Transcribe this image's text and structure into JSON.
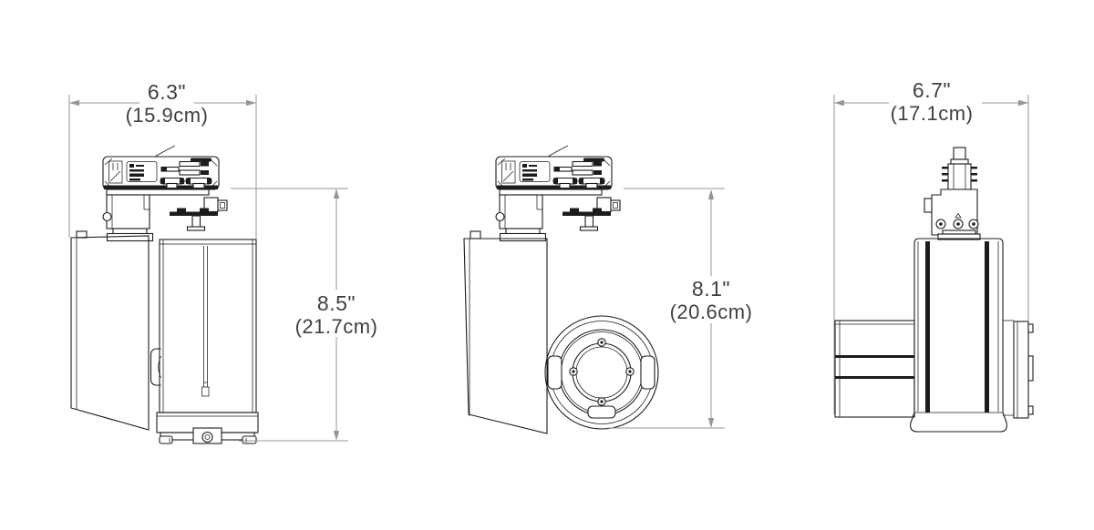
{
  "diagram": {
    "type": "technical-dimension-drawing",
    "subject": "track light fixture, three orthographic views",
    "colors": {
      "background": "#ffffff",
      "drawing_line": "#1c1c1c",
      "dimension_line": "#969696",
      "dimension_text": "#3f3f3f"
    },
    "dimensions": {
      "left_width": {
        "inches": "6.3\"",
        "cm": "(15.9cm)"
      },
      "left_height": {
        "inches": "8.5\"",
        "cm": "(21.7cm)"
      },
      "center_height": {
        "inches": "8.1\"",
        "cm": "(20.6cm)"
      },
      "right_width": {
        "inches": "6.7\"",
        "cm": "(17.1cm)"
      }
    }
  }
}
